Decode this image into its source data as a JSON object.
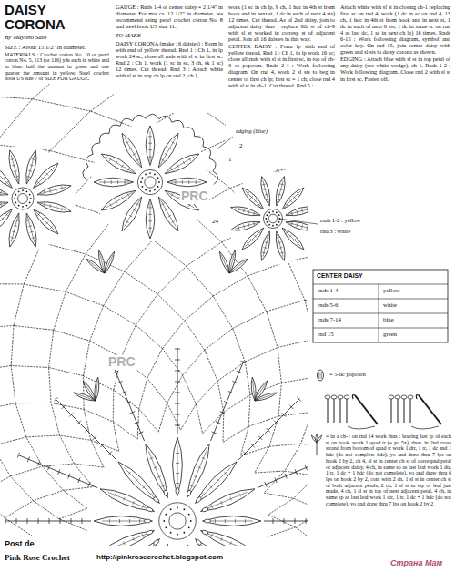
{
  "diagram": {
    "title": "DAISY CORONA",
    "labels": [
      "By Mayumi Sato",
      "SIZE : About 15 1/2\" in diameter.",
      "MATERIALS : Crochet cotton No. 10 or pearl cotton No. 5, 113 (or 116) yds each in white and in blue, half the amount in green and one quarter the amount in yellow. Steel crochet hook US size 7 or SIZE FOR GAUGE.",
      "GAUGE : Rnds 1-4 of center daisy = 2 1/4\" in diameter. For mat ca. 12 1/2\" in diameter, we recommend using pearl crochet cotton No. 8 and steel hook US size 11.",
      "TO MAKE",
      "DAISY CORONA (make 16 daisies) : Form lp with end of yellow thread. Rnd 1 : Ch 1, in lp work 24 sc; close all rnds with sl st in first sc. Rnd 2 : Ch 1, work (1 sc in sc, 3 ch, sk 1 sc) 12 times. Cut thread. Rnd 3 : Attach white with sl st in any ch lp on rnd 2, ch 1,",
      "work (1 sc in ch lp, 9 ch, 1 hdc in 4th st from hook and in next st, 1 dc in each of next 4 sts) 12 times. Cut thread. As of 2nd daisy, join to adjacent daisy thus : replace 8th st of ch-9 with sl st worked in corresp st of adjacent petal. Join all 16 daisies in this way.",
      "CENTER DAISY : Form lp with end of yellow thread. Rnd 1 : Ch 1, in lp work 16 sc; close all rnds with sl st in first sc, in top of ch-3 or popcorn. Rnds 2-4 : Work following diagram. On rnd 4, work 2 sl sts to beg in center of first ch lp; first sc = 1 ch; close rnd 4 with sl st in ch-1. Cut thread. Rnd 5 :",
      "Attach white with sl st in closing ch-1 replacing first sc on rnd 4, work (1 dc in sc on rnd 4, 13 ch, 1 hdc in 4th st from hook and in next st, 1 dc in each of next 8 sts, 1 dc in same sc on rnd 4 as last dc, 1 sc in next ch lp) 16 times. Rnds 6-15 : Work following diagram, symbol and color key. On rnd 15, join center daisy with green and sl sts to daisy corona as shown.",
      "EDGING : Attach blue with sl st in top petal of any daisy (see white wedge), ch 1. Rnds 1-2 : Work following diagram. Close rnd 2 with sl st in first sc. Fasten off.",
      "edging (blue)",
      "2",
      "1",
      "24",
      "rnds 1-2 : yellow",
      "rnd 3 : white",
      "PRC",
      "PRC",
      "CENTER DAISY",
      "rnds 1-4",
      "yellow",
      "rnds 5-6",
      "white",
      "rnds 7-14",
      "blue",
      "rnd 15",
      "green",
      "= 5-dc popcorn",
      "= in a ch-1 on rnd 14 work thus : leaving last lp of each st on hook, work 1 quad tr (= yo 5x), then, in 2nd cross strand from bottom of quad tr work 1 dtr, 1 tr, 1 dc and 1 hdc (do not complete hdc), yo and draw thru 7 lps on hook 2 by 2, ch 4, sl st in center ch st of correspnd petal of adjacent daisy, 4 ch, in same sp as last leaf work 1 dtr, 1 tr, 1 dc + 1 hdc (do not complete), yo and draw thru 6 lps on hook 2 by 2, cont with 2 ch, 1 sl st in center ch st of both adjacent petals, 2 ch, 1 sl st in top of leaf just made, 4 ch, 1 sl st in top of next adjacent petal, 4 ch, in same sp as last leaf work 1 dtr, 1 tr, 1 dc + 1 hdc (do not complete), yo and draw thru 7 lps on hook 2 by 2",
      "Post de",
      "Pink Rose Crochet",
      "http://pinkrosecrochet.blogspot.com",
      "Страна Мам"
    ]
  }
}
